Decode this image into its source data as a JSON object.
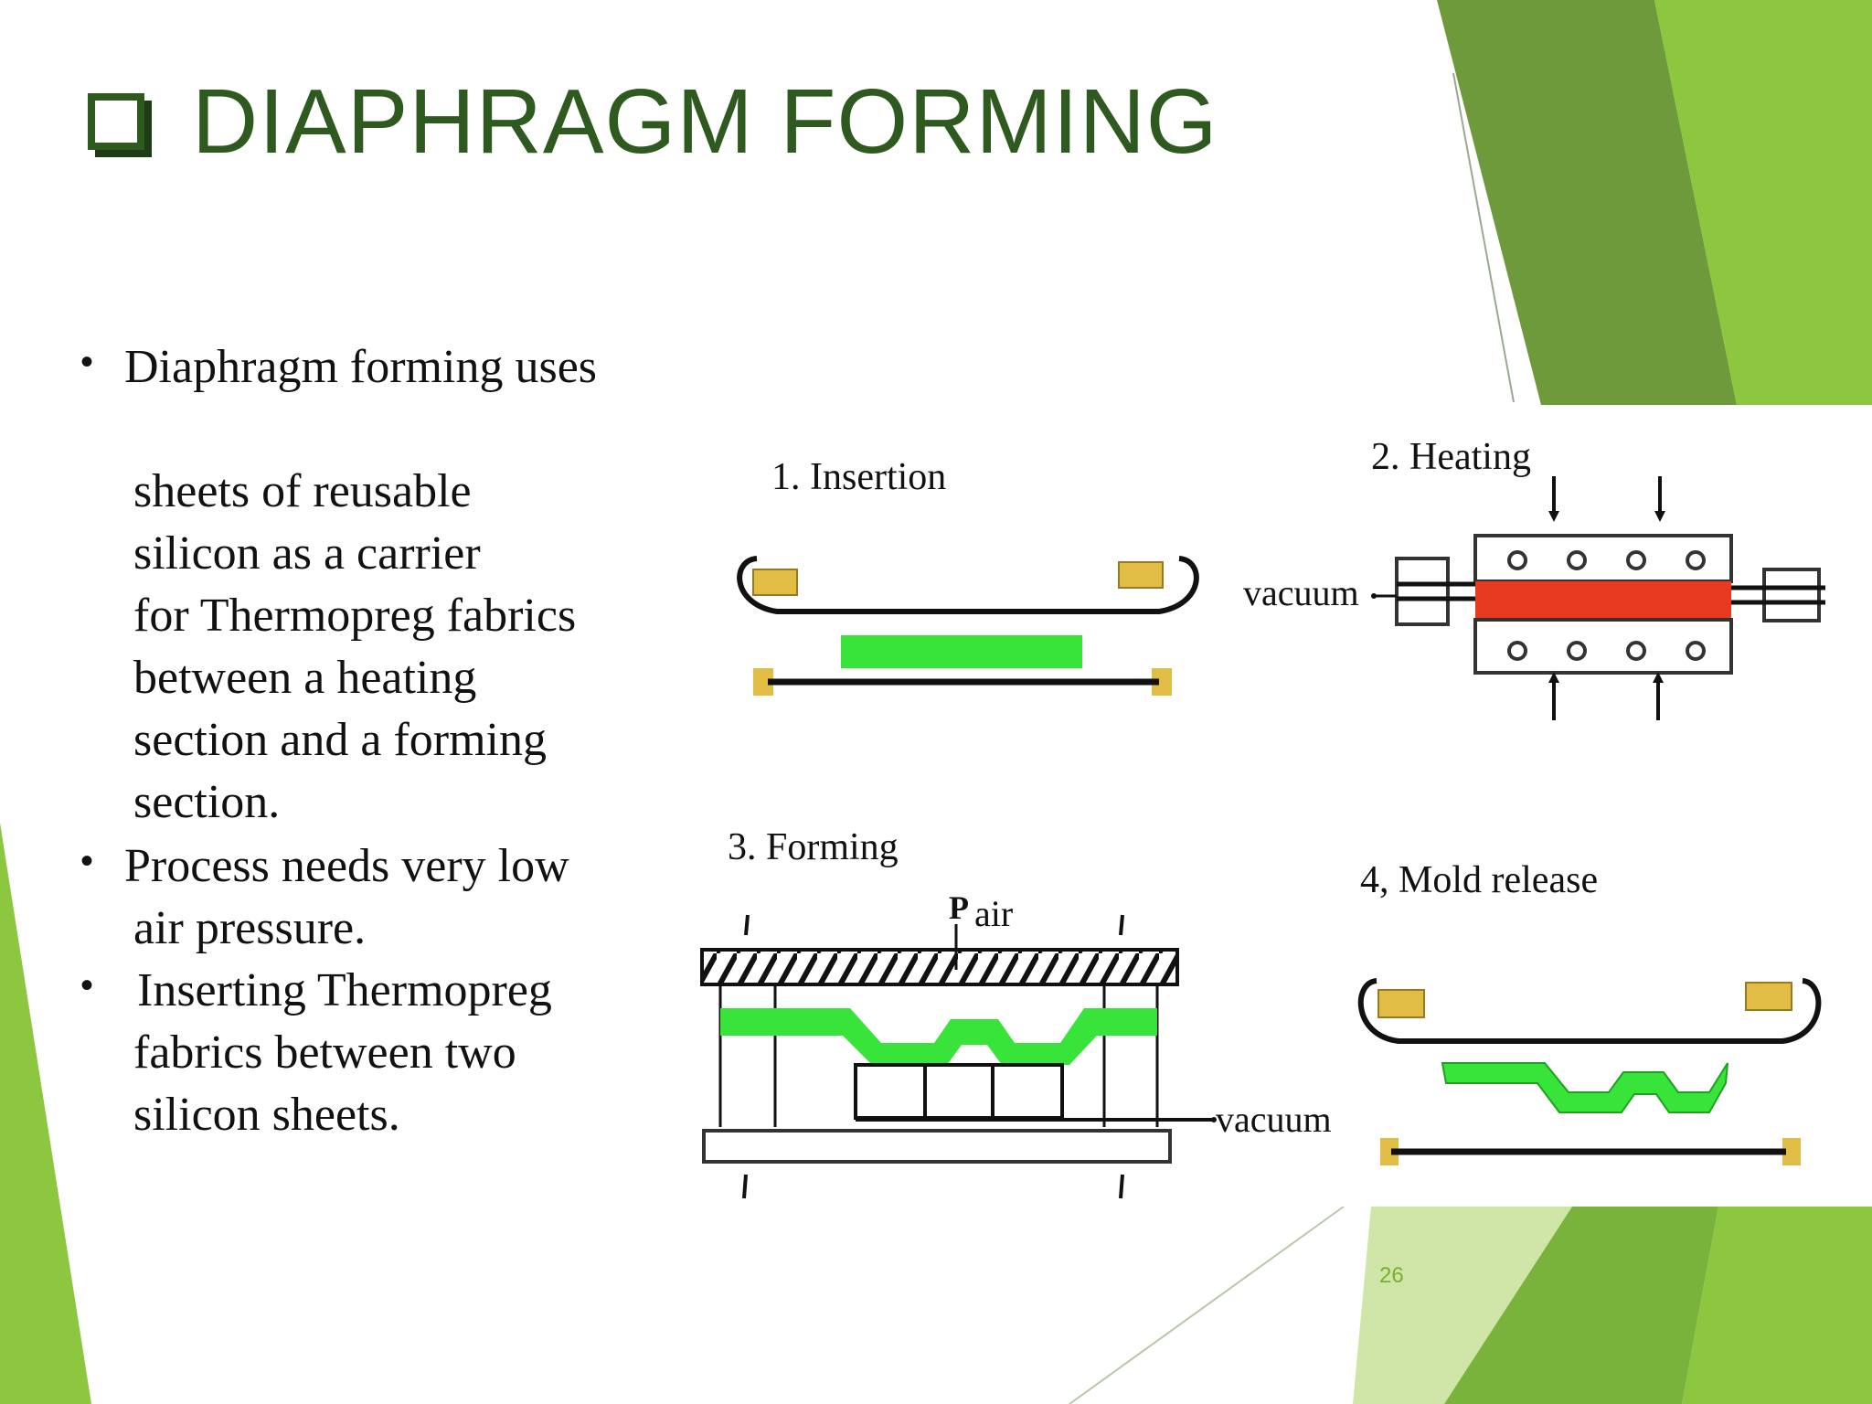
{
  "slide": {
    "title": "DIAPHRAGM FORMING",
    "page_number": "26",
    "colors": {
      "title": "#2e5a1f",
      "accent_light": "#8dc63f",
      "accent_dark": "#6f9a3c",
      "accent_mid": "#7ab33c",
      "page_number": "#7fae2e"
    },
    "bullets": [
      {
        "lines": [
          "Diaphragm forming uses",
          "sheets of reusable",
          "silicon as a carrier",
          "for Thermopreg fabrics",
          "between a heating",
          "section and a forming",
          "section."
        ]
      },
      {
        "lines": [
          "Process needs very low",
          "air pressure."
        ]
      },
      {
        "lines": [
          "Inserting Thermopreg",
          "fabrics between two",
          "silicon sheets."
        ]
      }
    ]
  },
  "diagram": {
    "steps": [
      {
        "label": "1. Insertion"
      },
      {
        "label": "2. Heating"
      },
      {
        "label": "3. Forming"
      },
      {
        "label": "4, Mold release"
      }
    ],
    "labels": {
      "vacuum_heating": "vacuum",
      "vacuum_forming": "vacuum",
      "air": "air",
      "pressure_symbol": "P"
    },
    "colors": {
      "fabric": "#39e43a",
      "heated_fabric": "#e83a1f",
      "clamp": "#e2bd45",
      "line": "#111111"
    }
  }
}
